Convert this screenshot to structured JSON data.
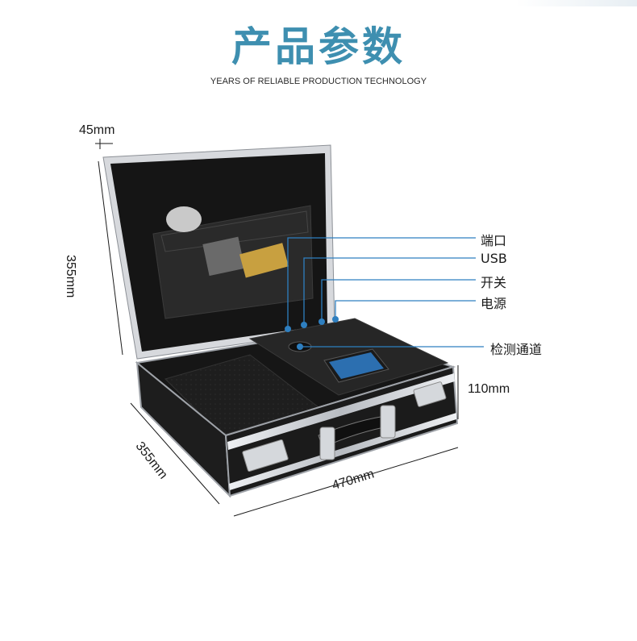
{
  "header": {
    "title": "产品参数",
    "subtitle": "YEARS OF RELIABLE PRODUCTION TECHNOLOGY"
  },
  "dimensions": {
    "lid_depth": "45mm",
    "lid_height": "355mm",
    "base_height": "110mm",
    "base_depth": "355mm",
    "base_width": "470mm"
  },
  "callouts": {
    "port": "端口",
    "usb": "USB",
    "switch": "开关",
    "power": "电源",
    "channel": "检测通道"
  },
  "colors": {
    "title": "#3e8fb0",
    "callout_line": "#2e7fc0",
    "case_dark": "#1b1b1b",
    "case_trim": "#c9ccd1"
  }
}
